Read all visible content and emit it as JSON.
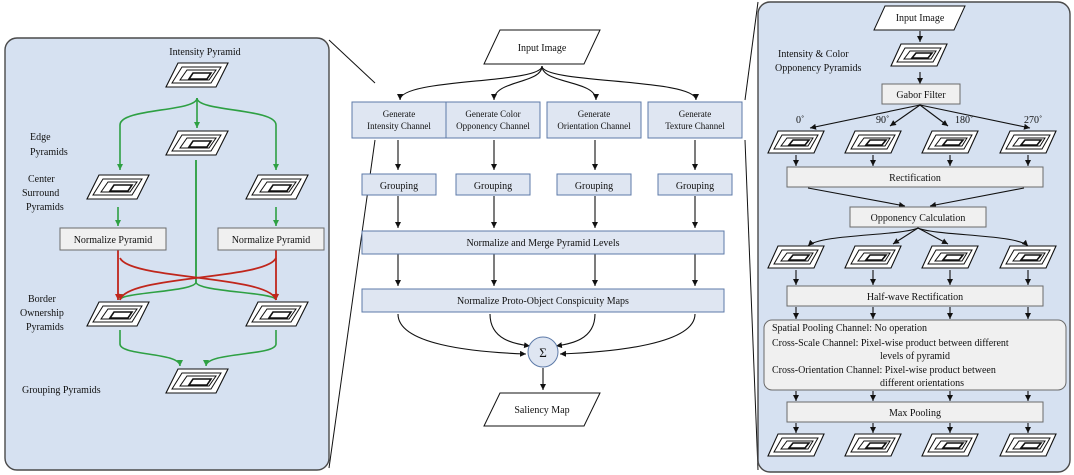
{
  "left_panel": {
    "intensity_pyramid": "Intensity  Pyramid",
    "edge_pyramids": [
      "Edge",
      "Pyramids"
    ],
    "center_surround": [
      "Center",
      "Surround",
      "Pyramids"
    ],
    "normalize_left": "Normalize  Pyramid",
    "normalize_right": "Normalize  Pyramid",
    "border_ownership": [
      "Border",
      "Ownership",
      "Pyramids"
    ],
    "grouping_pyramids": "Grouping Pyramids"
  },
  "center": {
    "input_image": "Input Image",
    "channels": [
      [
        "Generate",
        "Intensity Channel"
      ],
      [
        "Generate Color",
        "Opponency Channel"
      ],
      [
        "Generate",
        "Orientation Channel"
      ],
      [
        "Generate",
        "Texture Channel"
      ]
    ],
    "grouping": "Grouping",
    "normalize_merge": "Normalize  and  Merge  Pyramid  Levels",
    "normalize_proto": "Normalize  Proto-Object  Conspicuity  Maps",
    "sigma": "Σ",
    "saliency_map": "Saliency  Map"
  },
  "right_panel": {
    "input_image": "Input Image",
    "intensity_color": [
      "Intensity  &  Color",
      "Opponency Pyramids"
    ],
    "gabor_filter": "Gabor Filter",
    "angles": [
      "0˚",
      "90˚",
      "180˚",
      "270˚"
    ],
    "rectification": "Rectification",
    "opponency_calculation": "Opponency  Calculation",
    "half_wave": "Half-wave  Rectification",
    "pooling_lines": [
      "Spatial Pooling Channel:  No operation",
      "Cross-Scale Channel:  Pixel-wise  product  between  different",
      "levels  of pyramid",
      "Cross-Orientation  Channel:  Pixel-wise  product  between",
      "different  orientations"
    ],
    "max_pooling": "Max Pooling"
  }
}
